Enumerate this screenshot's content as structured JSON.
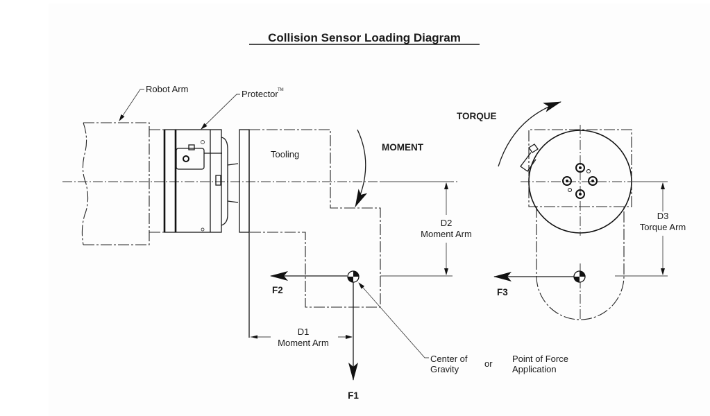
{
  "title": "Collision Sensor Loading Diagram",
  "labels": {
    "robot_arm": "Robot Arm",
    "protector": "Protector",
    "protector_tm": "TM",
    "tooling": "Tooling",
    "moment": "MOMENT",
    "torque": "TORQUE",
    "d2": "D2",
    "d2_sub": "Moment Arm",
    "d1": "D1",
    "d1_sub": "Moment Arm",
    "d3": "D3",
    "d3_sub": "Torque Arm",
    "f1": "F1",
    "f2": "F2",
    "f3": "F3",
    "cog_line1": "Center of",
    "cog_line2": "Gravity",
    "or": "or",
    "pofa_line1": "Point of Force",
    "pofa_line2": "Application"
  }
}
